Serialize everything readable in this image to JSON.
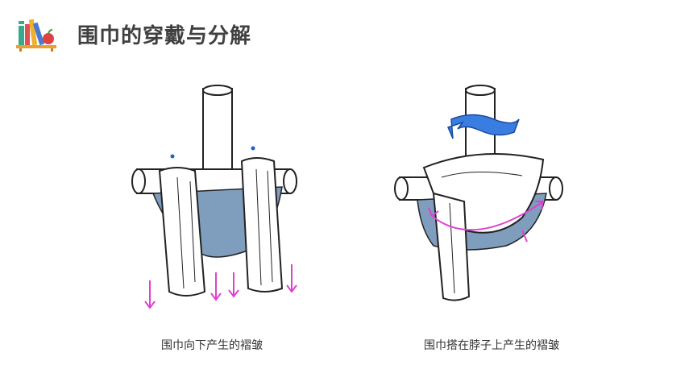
{
  "header": {
    "title": "围巾的穿戴与分解",
    "logo_icon": "books-and-apple-icon"
  },
  "figures": [
    {
      "name": "scarf-hanging-downward",
      "caption": "围巾向下产生的褶皱",
      "arrow_color": "#e040d0",
      "arrow_direction": "down"
    },
    {
      "name": "scarf-draped-on-neck",
      "caption": "围巾搭在脖子上产生的褶皱",
      "arrow_color": "#e040d0",
      "twist_arrow_color": "#3a7de0",
      "arrow_direction": "up-curved"
    }
  ],
  "colors": {
    "shadow_fill": "#7f9dbd",
    "outline": "#222222",
    "title": "#404040"
  }
}
